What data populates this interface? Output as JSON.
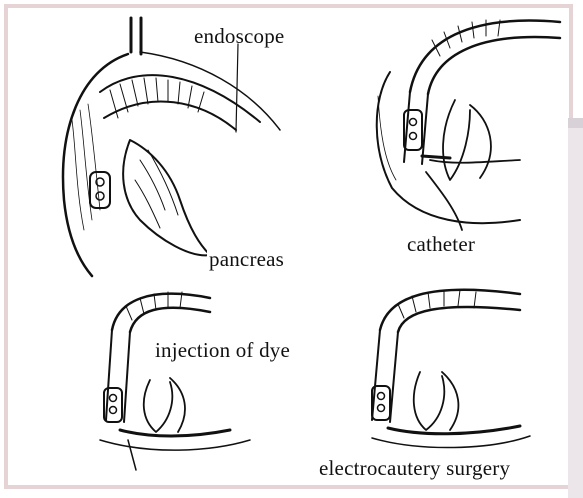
{
  "labels": {
    "endoscope": "endoscope",
    "pancreas": "pancreas",
    "catheter": "catheter",
    "injection": "injection of dye",
    "electrocautery": "electrocautery surgery"
  },
  "colors": {
    "frame_border": "#e6d3d5",
    "side_panel": "#ece6eb",
    "ink": "#111111"
  },
  "panels": [
    "endoscope-and-pancreas",
    "catheter",
    "injection-of-dye",
    "electrocautery-surgery"
  ]
}
